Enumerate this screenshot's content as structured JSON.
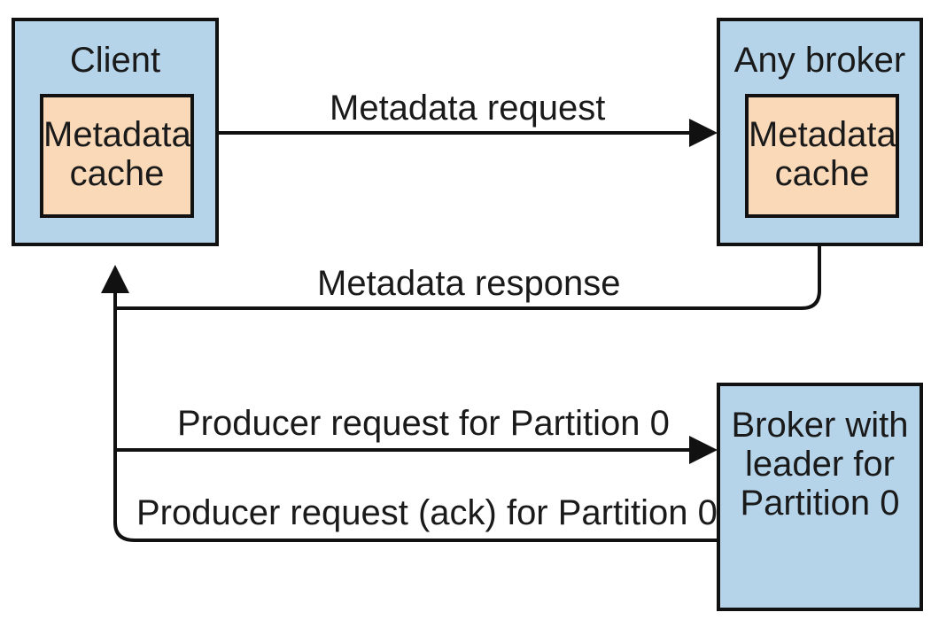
{
  "diagram": {
    "client": {
      "title": "Client",
      "cache": "Metadata cache"
    },
    "any_broker": {
      "title": "Any broker",
      "cache": "Metadata cache"
    },
    "leader_broker": {
      "title": "Broker with leader for Partition 0"
    },
    "edges": {
      "metadata_request": "Metadata request",
      "metadata_response": "Metadata response",
      "producer_request": "Producer request for Partition 0",
      "producer_ack": "Producer request (ack) for Partition 0"
    },
    "colors": {
      "node_fill": "#b5d4ea",
      "cache_fill": "#fad9b8",
      "stroke": "#111111"
    }
  }
}
